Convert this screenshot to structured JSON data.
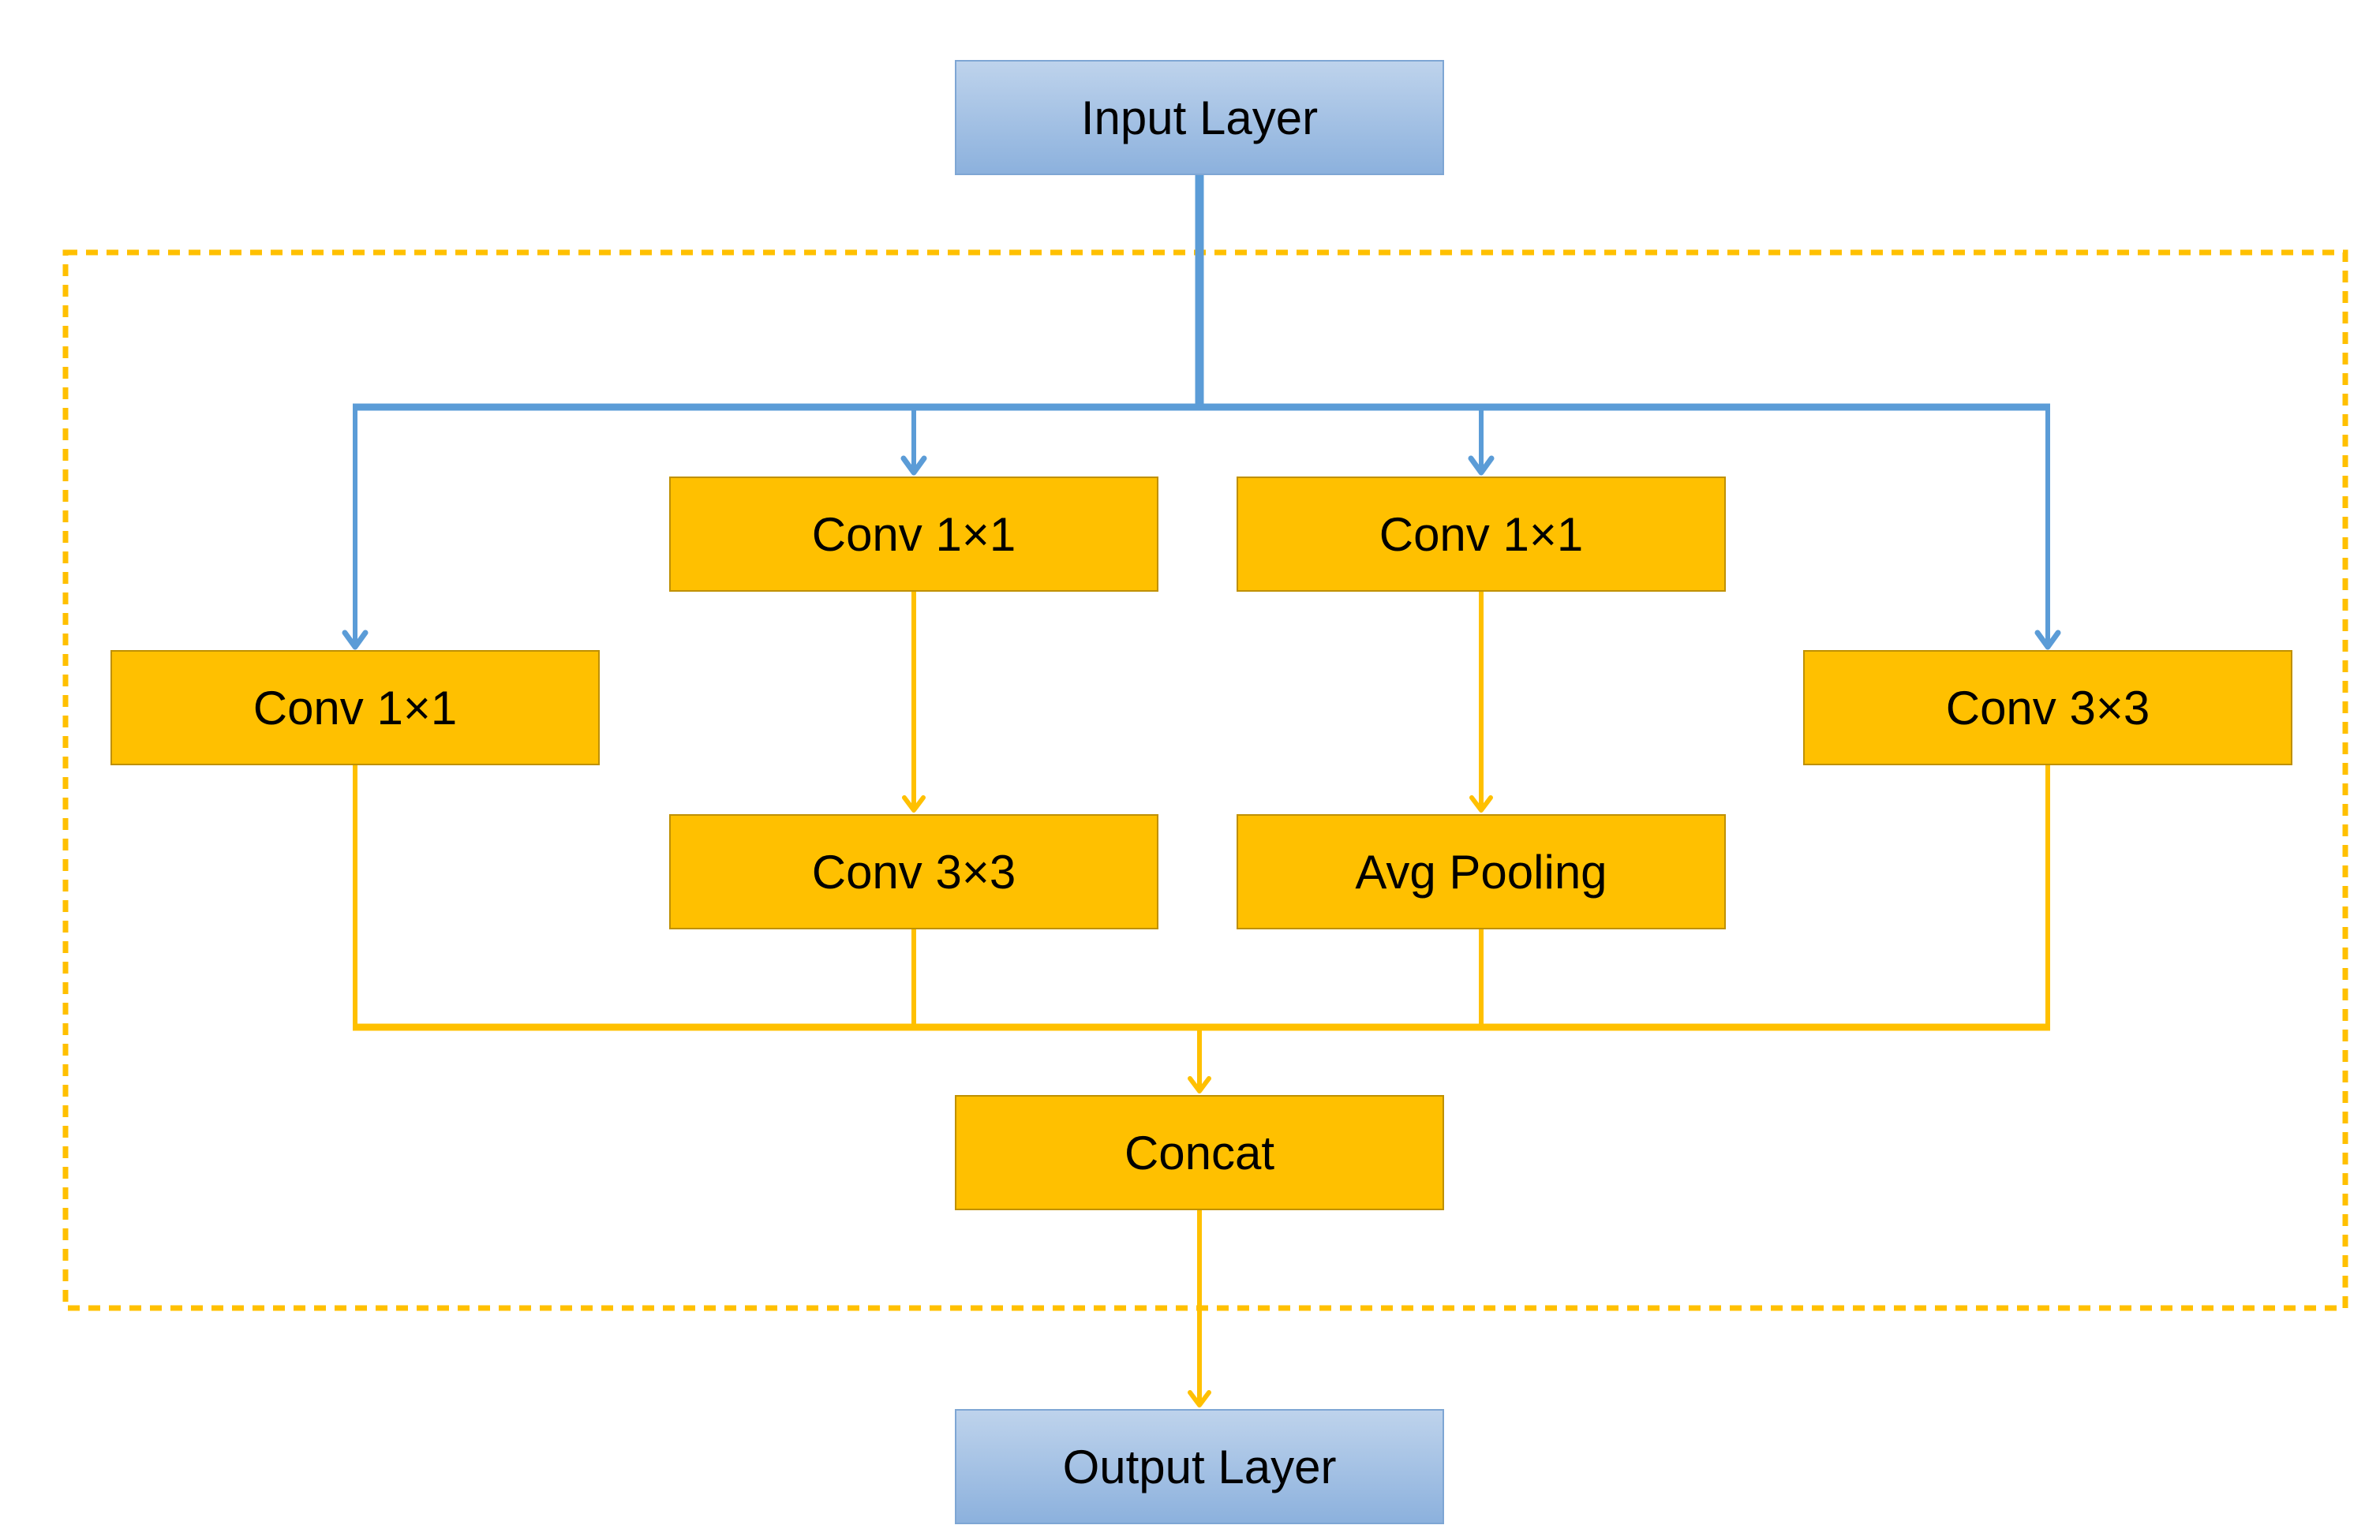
{
  "diagram": {
    "type": "flowchart",
    "nodes": [
      {
        "id": "input-layer",
        "label": "Input Layer",
        "kind": "io"
      },
      {
        "id": "conv1x1-branch2",
        "label": "Conv 1×1",
        "kind": "op"
      },
      {
        "id": "conv1x1-branch3",
        "label": "Conv 1×1",
        "kind": "op"
      },
      {
        "id": "conv1x1-branch1",
        "label": "Conv 1×1",
        "kind": "op"
      },
      {
        "id": "conv3x3-branch4",
        "label": "Conv 3×3",
        "kind": "op"
      },
      {
        "id": "conv3x3-branch2",
        "label": "Conv 3×3",
        "kind": "op"
      },
      {
        "id": "avg-pooling-branch3",
        "label": "Avg Pooling",
        "kind": "op"
      },
      {
        "id": "concat",
        "label": "Concat",
        "kind": "op"
      },
      {
        "id": "output-layer",
        "label": "Output Layer",
        "kind": "io"
      }
    ],
    "edges": [
      {
        "from": "input-layer",
        "to": "conv1x1-branch1",
        "color": "blue"
      },
      {
        "from": "input-layer",
        "to": "conv1x1-branch2",
        "color": "blue"
      },
      {
        "from": "input-layer",
        "to": "conv1x1-branch3",
        "color": "blue"
      },
      {
        "from": "input-layer",
        "to": "conv3x3-branch4",
        "color": "blue"
      },
      {
        "from": "conv1x1-branch2",
        "to": "conv3x3-branch2",
        "color": "orange"
      },
      {
        "from": "conv1x1-branch3",
        "to": "avg-pooling-branch3",
        "color": "orange"
      },
      {
        "from": "conv1x1-branch1",
        "to": "concat",
        "color": "orange"
      },
      {
        "from": "conv3x3-branch2",
        "to": "concat",
        "color": "orange"
      },
      {
        "from": "avg-pooling-branch3",
        "to": "concat",
        "color": "orange"
      },
      {
        "from": "conv3x3-branch4",
        "to": "concat",
        "color": "orange"
      },
      {
        "from": "concat",
        "to": "output-layer",
        "color": "orange"
      }
    ],
    "colors": {
      "block_fill": "#FFC000",
      "block_border": "#BF9000",
      "io_fill_top": "#BED3EC",
      "io_fill_bottom": "#8CB1DD",
      "io_border": "#7EA6D4",
      "blue_line": "#5B9CD7",
      "orange_line": "#FFC000",
      "dashed_border": "#FFC000",
      "text": "#000000"
    }
  }
}
